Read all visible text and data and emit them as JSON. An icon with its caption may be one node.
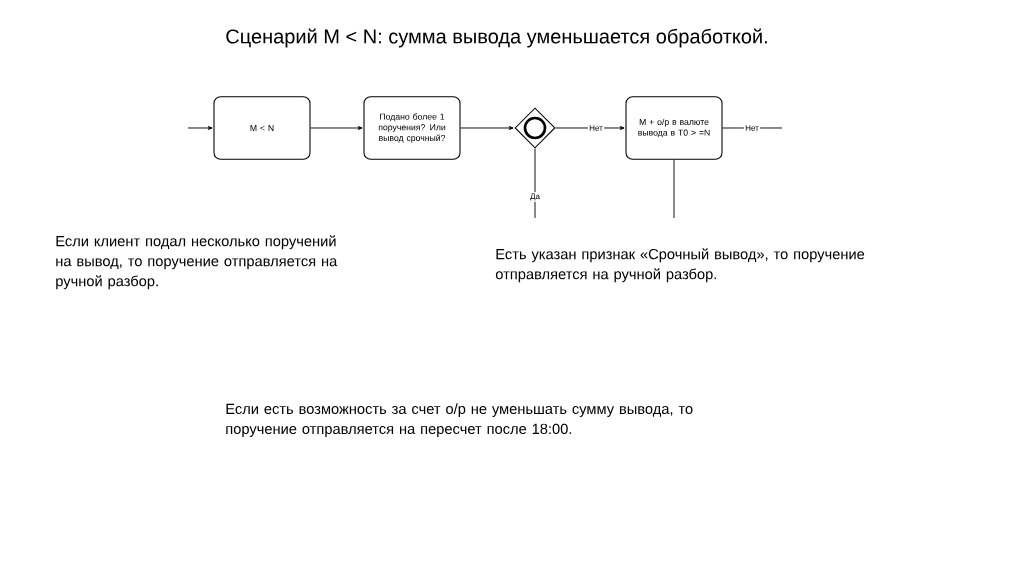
{
  "diagram": {
    "title": "Сценарий M < N: сумма вывода уменьшается обработкой.",
    "nodes": [
      {
        "text": [
          "M < N"
        ]
      },
      {
        "text": [
          "Подано более 1 поручения? Или вывод срочный?"
        ]
      },
      {
        "text": [],
        "shape": "diamond"
      },
      {
        "text": [
          "M + о/р в валюте вывода в T0 > =N"
        ]
      }
    ],
    "edges": [
      {
        "from": null,
        "to": 0,
        "arrow": "to"
      },
      {
        "from": 0,
        "to": 1,
        "arrow": "to"
      },
      {
        "from": 1,
        "to": 2,
        "arrow": "to"
      },
      {
        "from": 2,
        "to": 3,
        "arrow": "to",
        "label": "Нет"
      },
      {
        "from": 3,
        "to": null,
        "arrow": "none",
        "label": "Нет"
      },
      {
        "from": 2,
        "to": null,
        "arrow": "none",
        "label": "Да"
      },
      {
        "from": 3,
        "to": null,
        "arrow": "none"
      }
    ],
    "labels": [
      "Если клиент подал несколько поручений на вывод, то поручение отправляется на ручной разбор.",
      "Есть указан признак «Срочный вывод», то поручение отправляется на ручной разбор.",
      "Если есть возможность за счет о/р не уменьшать сумму вывода, то поручение отправляется на пересчет после 18:00."
    ]
  }
}
